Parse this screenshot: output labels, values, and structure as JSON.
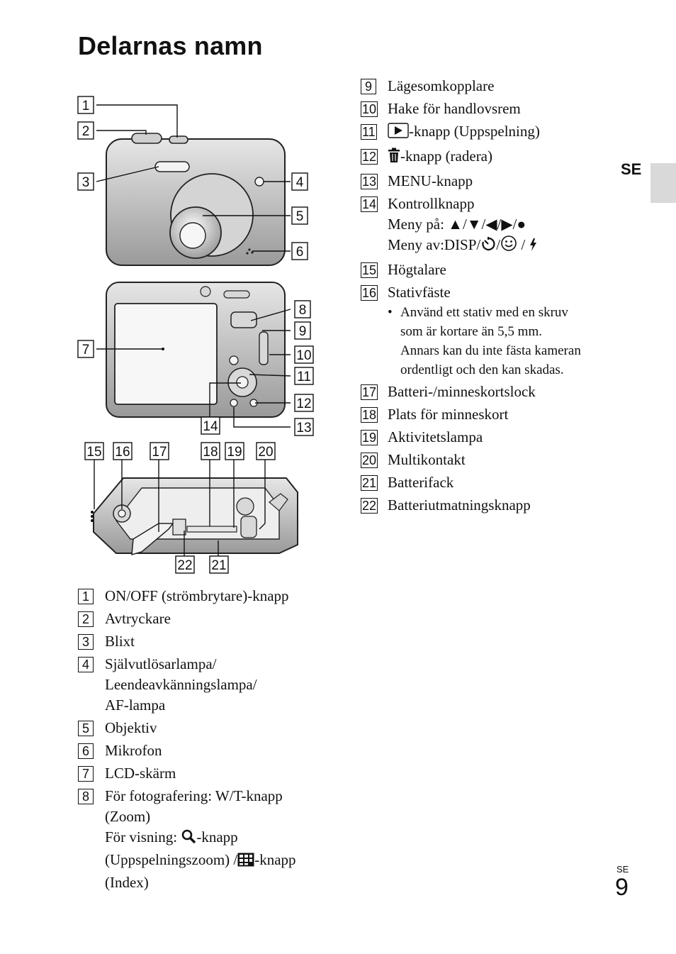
{
  "page": {
    "title": "Delarnas namn",
    "side_tab": "SE",
    "footer_lang": "SE",
    "page_number": "9"
  },
  "figure": {
    "callouts_front": [
      "1",
      "2",
      "3",
      "4",
      "5",
      "6"
    ],
    "callouts_back": [
      "7",
      "8",
      "9",
      "10",
      "11",
      "12",
      "13",
      "14"
    ],
    "callouts_bottom": [
      "15",
      "16",
      "17",
      "18",
      "19",
      "20",
      "22",
      "21"
    ]
  },
  "left_list": [
    {
      "num": "1",
      "lines": [
        "ON/OFF (strömbrytare)-knapp"
      ]
    },
    {
      "num": "2",
      "lines": [
        "Avtryckare"
      ]
    },
    {
      "num": "3",
      "lines": [
        "Blixt"
      ]
    },
    {
      "num": "4",
      "lines": [
        "Självutlösarlampa/",
        "Leendeavkänningslampa/",
        "AF-lampa"
      ]
    },
    {
      "num": "5",
      "lines": [
        "Objektiv"
      ]
    },
    {
      "num": "6",
      "lines": [
        "Mikrofon"
      ]
    },
    {
      "num": "7",
      "lines": [
        "LCD-skärm"
      ]
    },
    {
      "num": "8",
      "lines": [
        "För fotografering: W/T-knapp",
        "(Zoom)"
      ],
      "extra": {
        "l3_pre": "För visning: ",
        "l3_post": "-knapp",
        "l4_pre": "(Uppspelningszoom) /",
        "l4_post": "-knapp",
        "l5": "(Index)"
      }
    }
  ],
  "right_list": [
    {
      "num": "9",
      "text": "Lägesomkopplare"
    },
    {
      "num": "10",
      "text": "Hake för handlovsrem"
    },
    {
      "num": "11",
      "text": "-knapp (Uppspelning)"
    },
    {
      "num": "12",
      "text": "-knapp (radera)"
    },
    {
      "num": "13",
      "text": "MENU-knapp"
    },
    {
      "num": "14",
      "text": "Kontrollknapp",
      "sub1_prefix": "Meny på: ",
      "sub1_symbols": "▲/▼/◀/▶/●",
      "sub2_prefix": "Meny av:DISP/"
    },
    {
      "num": "15",
      "text": "Högtalare"
    },
    {
      "num": "16",
      "text": "Stativfäste",
      "bullet": [
        "Använd ett stativ med en skruv",
        "som är kortare än 5,5 mm.",
        "Annars kan du inte fästa kameran",
        "ordentligt och den kan skadas."
      ]
    },
    {
      "num": "17",
      "text": "Batteri-/minneskortslock"
    },
    {
      "num": "18",
      "text": "Plats för minneskort"
    },
    {
      "num": "19",
      "text": "Aktivitetslampa"
    },
    {
      "num": "20",
      "text": "Multikontakt"
    },
    {
      "num": "21",
      "text": "Batterifack"
    },
    {
      "num": "22",
      "text": "Batteriutmatningsknapp"
    }
  ],
  "icons": {
    "play": "play-icon",
    "trash": "trash-icon",
    "zoom": "magnifier-icon",
    "index": "index-grid-icon",
    "self_timer": "self-timer-icon",
    "smile": "smile-icon",
    "flash": "flash-icon"
  }
}
